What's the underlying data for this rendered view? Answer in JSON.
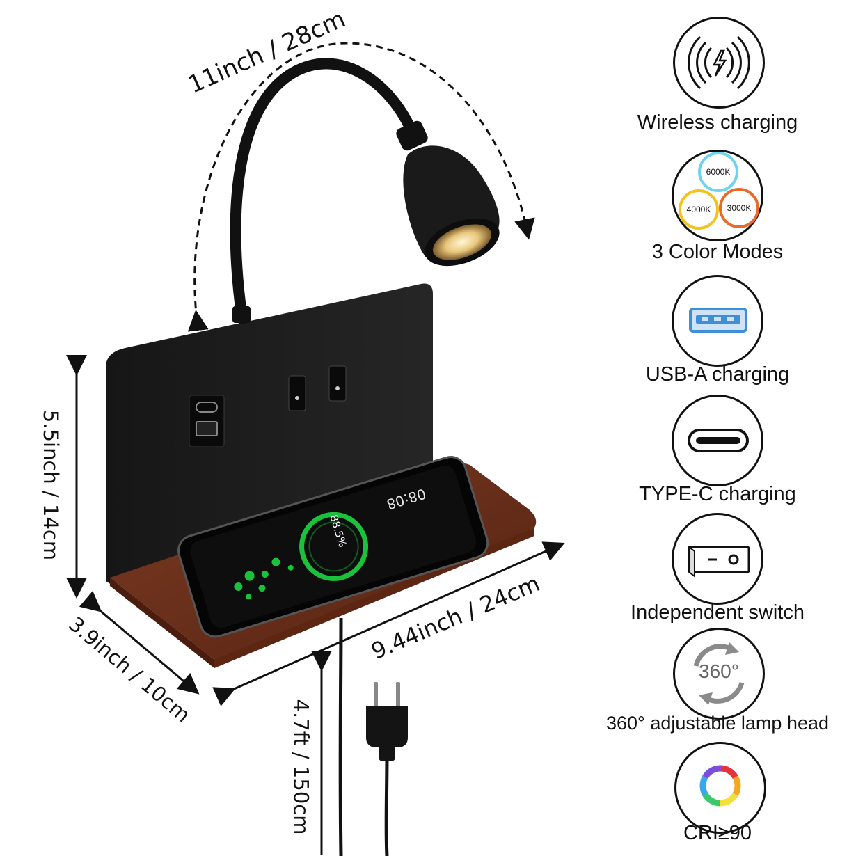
{
  "dimensions": {
    "arm_length": "11inch / 28cm",
    "panel_height": "5.5inch / 14cm",
    "shelf_depth": "3.9inch / 10cm",
    "shelf_width": "9.44inch / 24cm",
    "cable_length": "4.7ft / 150cm"
  },
  "phone": {
    "time": "08:08",
    "charge_percent": "88.5%"
  },
  "features": [
    {
      "label": "Wireless charging",
      "icon": "wireless-charging-icon"
    },
    {
      "label": "3 Color Modes",
      "icon": "color-modes-icon"
    },
    {
      "label": "USB-A charging",
      "icon": "usb-a-icon"
    },
    {
      "label": "TYPE-C charging",
      "icon": "type-c-icon"
    },
    {
      "label": "Independent switch",
      "icon": "switch-icon"
    },
    {
      "label": "360° adjustable lamp head",
      "icon": "rotate-360-icon"
    },
    {
      "label": "CRI≥90",
      "icon": "cri-icon"
    }
  ],
  "color_modes": {
    "cool": "6000K",
    "neutral": "4000K",
    "warm": "3000K"
  },
  "rotate_label": "360°",
  "colors": {
    "wood": "#6b2e1a",
    "panel": "#1d1d1d",
    "charge_green": "#19c23a",
    "cool_ring": "#6fd3ef",
    "neutral_ring": "#f3c21b",
    "warm_ring": "#ea6a2c",
    "usb_blue": "#3f8ed6"
  }
}
